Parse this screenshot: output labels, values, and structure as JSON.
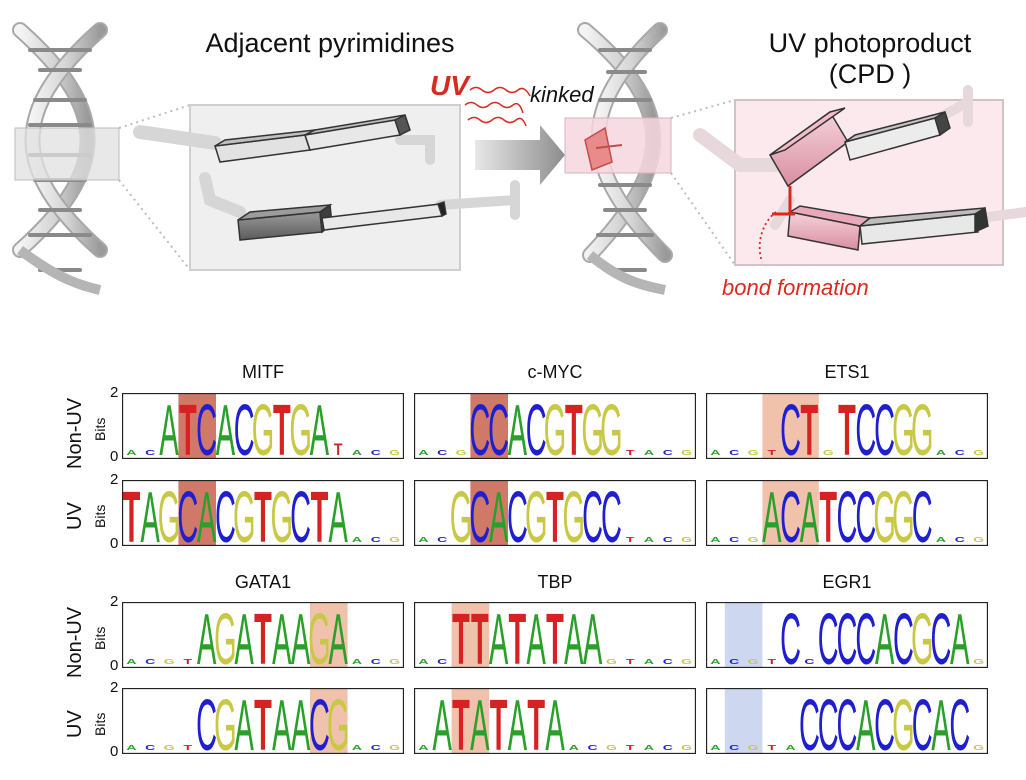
{
  "top": {
    "left_title": "Adjacent pyrimidines",
    "right_title_line1": "UV photoproduct",
    "right_title_line2": "(CPD )",
    "uv_label": "UV",
    "kinked_label": "kinked",
    "bond_label": "bond formation"
  },
  "colors": {
    "A": "#2aa02a",
    "C": "#1f1fd0",
    "G": "#c8c845",
    "T": "#d62222",
    "highlight_red": "#c9614e",
    "highlight_salmon": "#e9a889",
    "highlight_blue": "#b8c7ea",
    "uv_red": "#d92a20",
    "cpd_pink": "#f3c2cf"
  },
  "logos": {
    "row_label_nonuv": "Non-UV",
    "row_label_uv": "UV",
    "bits_label": "Bits",
    "tick_top": "2",
    "tick_bottom": "0",
    "panels": [
      {
        "name": "MITF",
        "highlight": {
          "start": 3,
          "end": 5,
          "color": "red"
        },
        "nonuv": [
          "e",
          "e",
          "A",
          "T",
          "C",
          "A",
          "C",
          "G",
          "T",
          "G",
          "A",
          "t",
          "e",
          "e",
          "e"
        ],
        "uv": [
          "T",
          "A",
          "G",
          "C",
          "A",
          "C",
          "G",
          "T",
          "G",
          "C",
          "T",
          "A",
          "e",
          "e",
          "e"
        ]
      },
      {
        "name": "c-MYC",
        "highlight": {
          "start": 3,
          "end": 5,
          "color": "red"
        },
        "nonuv": [
          "e",
          "e",
          "e",
          "C",
          "C",
          "A",
          "C",
          "G",
          "T",
          "G",
          "G",
          "e",
          "e",
          "e",
          "e"
        ],
        "uv": [
          "e",
          "e",
          "G",
          "C",
          "A",
          "C",
          "G",
          "T",
          "G",
          "C",
          "C",
          "e",
          "e",
          "e",
          "e"
        ]
      },
      {
        "name": "ETS1",
        "highlight": {
          "start": 3,
          "end": 6,
          "color": "salmon"
        },
        "nonuv": [
          "e",
          "e",
          "e",
          "e",
          "C",
          "T",
          "e",
          "T",
          "C",
          "C",
          "G",
          "G",
          "e",
          "e",
          "e"
        ],
        "uv": [
          "e",
          "e",
          "e",
          "A",
          "C",
          "A",
          "T",
          "C",
          "C",
          "G",
          "G",
          "C",
          "e",
          "e",
          "e"
        ]
      },
      {
        "name": "GATA1",
        "highlight": {
          "start": 10,
          "end": 12,
          "color": "salmon"
        },
        "nonuv": [
          "e",
          "e",
          "e",
          "e",
          "A",
          "G",
          "A",
          "T",
          "A",
          "A",
          "G",
          "A",
          "e",
          "e",
          "e"
        ],
        "uv": [
          "e",
          "e",
          "e",
          "e",
          "C",
          "G",
          "A",
          "T",
          "A",
          "A",
          "C",
          "G",
          "e",
          "e",
          "e"
        ]
      },
      {
        "name": "TBP",
        "highlight": {
          "start": 2,
          "end": 4,
          "color": "salmon"
        },
        "nonuv": [
          "e",
          "e",
          "T",
          "T",
          "A",
          "T",
          "A",
          "T",
          "A",
          "A",
          "e",
          "e",
          "e",
          "e",
          "e"
        ],
        "uv": [
          "e",
          "A",
          "T",
          "A",
          "T",
          "A",
          "T",
          "A",
          "e",
          "e",
          "e",
          "e",
          "e",
          "e",
          "e"
        ]
      },
      {
        "name": "EGR1",
        "highlight": {
          "start": 1,
          "end": 3,
          "color": "blue"
        },
        "nonuv": [
          "e",
          "e",
          "e",
          "e",
          "C",
          "e",
          "C",
          "C",
          "C",
          "A",
          "C",
          "G",
          "C",
          "A",
          "e"
        ],
        "uv": [
          "e",
          "e",
          "e",
          "e",
          "e",
          "C",
          "C",
          "C",
          "A",
          "C",
          "G",
          "C",
          "A",
          "C",
          "e"
        ]
      }
    ]
  }
}
